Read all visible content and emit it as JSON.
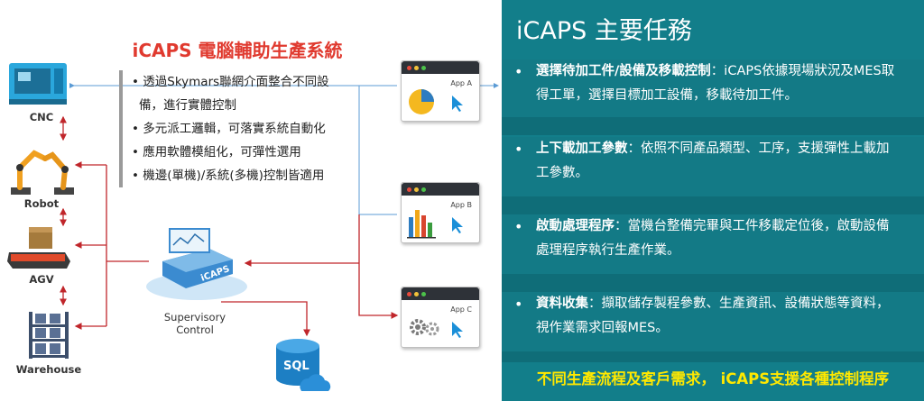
{
  "diagram": {
    "title": "iCAPS 電腦輔助生產系統",
    "bullets": [
      "• 透過Skymars聯網介面整合不同設",
      "  備，進行實體控制",
      "• 多元派工邏輯，可落實系統自動化",
      "• 應用軟體模組化，可彈性選用",
      "• 機邊(單機)/系統(多機)控制皆適用"
    ],
    "devices": [
      {
        "label": "CNC",
        "icon": "cnc-machine-icon"
      },
      {
        "label": "Robot",
        "icon": "robot-arm-icon"
      },
      {
        "label": "AGV",
        "icon": "agv-icon"
      },
      {
        "label": "Warehouse",
        "icon": "warehouse-rack-icon"
      }
    ],
    "supervisory": {
      "line1": "Supervisory",
      "line2": "Control",
      "badge": "iCAPS"
    },
    "database": {
      "label": "SQL",
      "icon": "sql-database-icon"
    },
    "apps": [
      {
        "name": "App A",
        "icon": "pie-chart-icon"
      },
      {
        "name": "App B",
        "icon": "bar-chart-icon"
      },
      {
        "name": "App C",
        "icon": "gear-icon"
      }
    ],
    "colors": {
      "red_arrow": "#c0262b",
      "blue_line": "#5b9bd5",
      "title_red": "#e03a2f"
    }
  },
  "panel": {
    "title": "iCAPS 主要任務",
    "tasks": [
      {
        "heading": "選擇待加工件/設備及移載控制",
        "body": "：iCAPS依據現場狀況及MES取得工單，選擇目標加工設備，移載待加工件。"
      },
      {
        "heading": "上下載加工參數",
        "body": "：依照不同產品類型、工序，支援彈性上載加工參數。"
      },
      {
        "heading": "啟動處理程序",
        "body": "：當機台整備完畢與工件移載定位後，啟動設備處理程序執行生產作業。"
      },
      {
        "heading": "資料收集",
        "body": "：擷取儲存製程參數、生產資訊、設備狀態等資料，視作業需求回報MES。"
      }
    ],
    "footer": "不同生產流程及客戶需求， iCAPS支援各種控制程序",
    "colors": {
      "background": "#127e8a",
      "footer_text": "#ffe800"
    }
  }
}
